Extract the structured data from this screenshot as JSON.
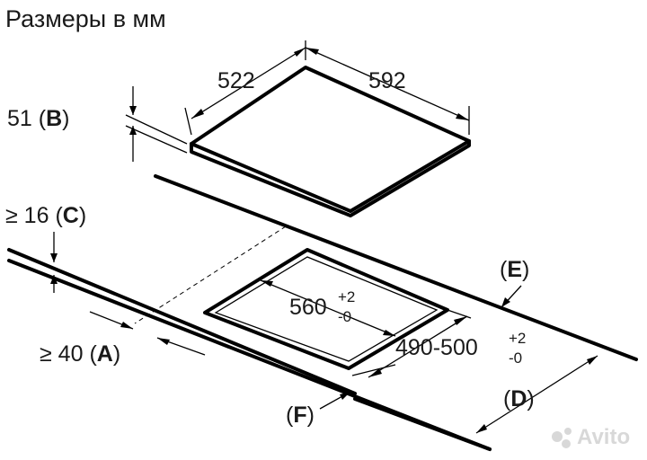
{
  "title": "Размеры в мм",
  "dimensions": {
    "hob_width": "592",
    "hob_depth": "522",
    "hob_height": "51",
    "cutout_width": "560",
    "cutout_width_tol_plus": "+2",
    "cutout_width_tol_minus": "-0",
    "cutout_depth": "490-500",
    "cutout_depth_tol_plus": "+2",
    "cutout_depth_tol_minus": "-0",
    "min_front_distance": "≥ 40",
    "min_worktop_thickness": "≥ 16"
  },
  "labels": {
    "A": "A",
    "B": "B",
    "C": "C",
    "D": "D",
    "E": "E",
    "F": "F",
    "open_paren": "(",
    "close_paren": ")"
  },
  "watermark": "Avito"
}
